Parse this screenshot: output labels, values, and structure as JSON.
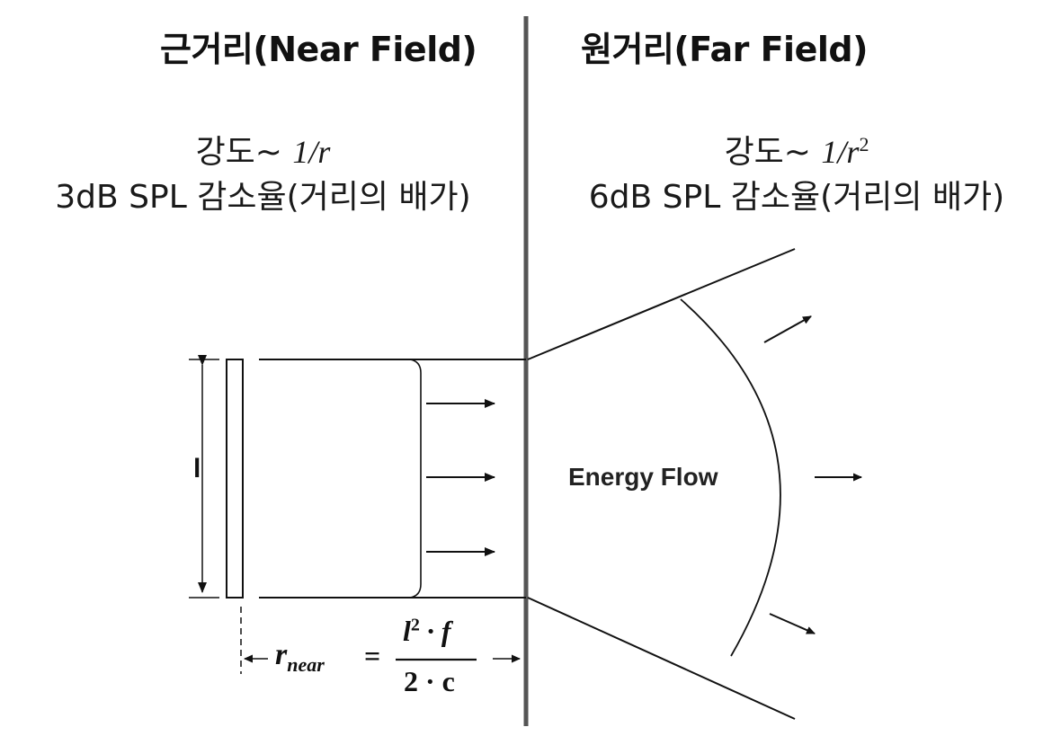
{
  "near": {
    "title": "근거리(Near Field)",
    "intensity_prefix": "강도~ ",
    "intensity_expr": "1/r",
    "decay": "3dB SPL 감소율(거리의 배가)"
  },
  "far": {
    "title": "원거리(Far Field)",
    "intensity_prefix": "강도~ ",
    "intensity_expr": "1/r",
    "intensity_exp": "2",
    "decay": "6dB SPL 감소율(거리의 배가)"
  },
  "diagram": {
    "width_label": "l",
    "energy_label": "Energy Flow",
    "formula": {
      "lhs": "r",
      "lhs_sub": "near",
      "eq": "=",
      "num_l": "l",
      "num_sup": "2",
      "num_rest": " · f",
      "den": "2 · c"
    }
  }
}
